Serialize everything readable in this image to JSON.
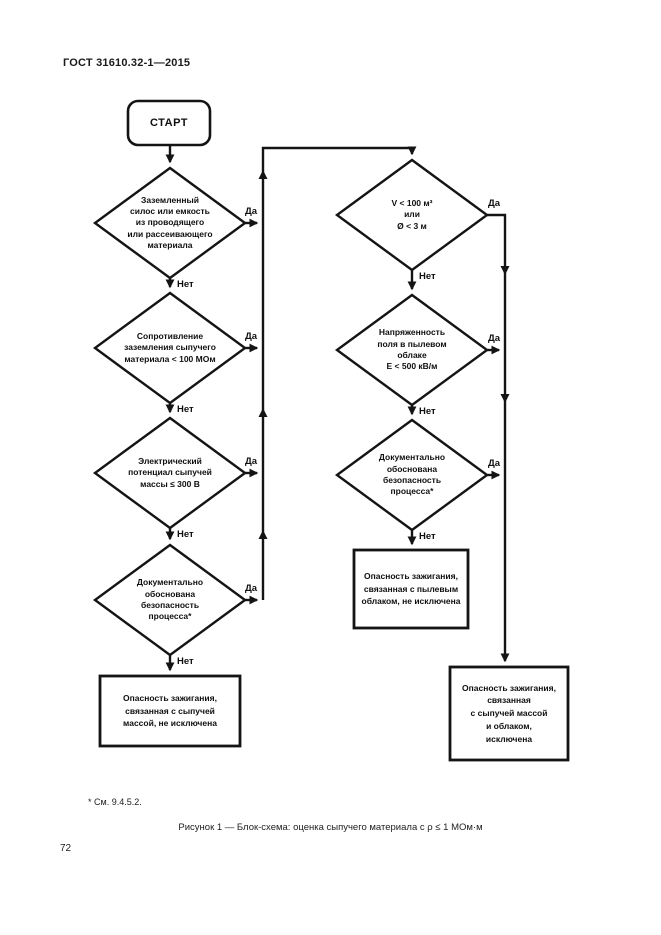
{
  "page": {
    "header": "ГОСТ 31610.32-1—2015",
    "footnote": "* См. 9.4.5.2.",
    "caption": "Рисунок 1 — Блок-схема: оценка сыпучего материала с ρ ≤ 1 МОм·м",
    "page_number": "72"
  },
  "flowchart": {
    "start": "СТАРТ",
    "yes": "Да",
    "no": "Нет",
    "nodes": {
      "left_d1": "Заземленный\nсилос или емкость\nиз проводящего\nили рассеивающего\nматериала",
      "left_d2": "Сопротивление\nзаземления сыпучего\nматериала < 100 МОм",
      "left_d3": "Электрический\nпотенциал сыпучей\nмассы ≤ 300 В",
      "left_d4": "Документально\nобоснована\nбезопасность\nпроцесса*",
      "left_box": "Опасность зажигания,\nсвязанная с сыпучей\nмассой, не исключена",
      "right_d1": "V < 100 м³\nили\nØ < 3 м",
      "right_d2": "Напряженность\nполя в пылевом\nоблаке\nE < 500 кВ/м",
      "right_d3": "Документально\nобоснована\nбезопасность\nпроцесса*",
      "right_box1": "Опасность зажигания,\nсвязанная с пылевым\nоблаком, не исключена",
      "right_box2": "Опасность зажигания,\nсвязанная\nс сыпучей массой\nи облаком,\nисключена"
    },
    "line_color": "#141414"
  }
}
